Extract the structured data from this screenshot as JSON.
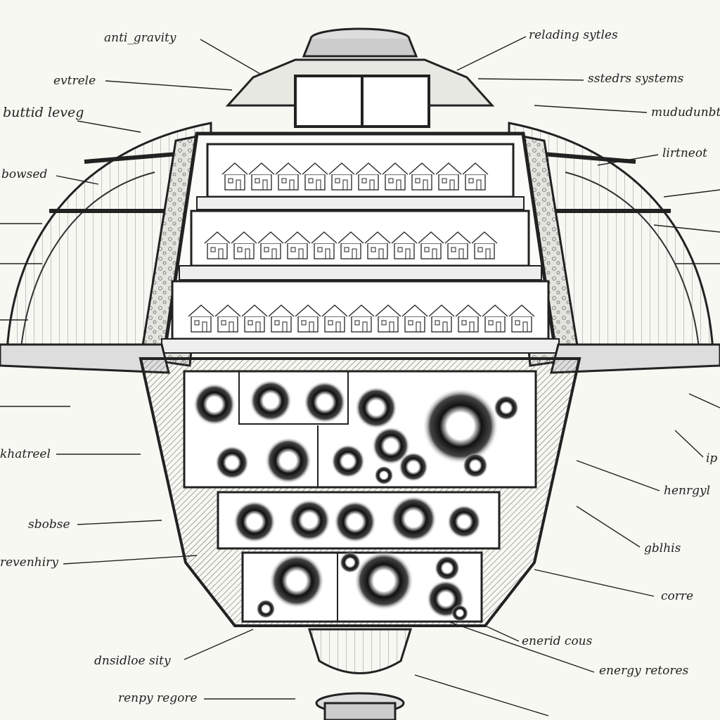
{
  "diagram": {
    "labels_left": [
      {
        "id": "anti-gravity",
        "text": "anti_gravity"
      },
      {
        "id": "evtrele",
        "text": "evtrele"
      },
      {
        "id": "buttid-leveg",
        "text": "buttid leveg"
      },
      {
        "id": "bowsed",
        "text": "bowsed"
      },
      {
        "id": "khatreel",
        "text": "khatreel"
      },
      {
        "id": "sbobse",
        "text": "sbobse"
      },
      {
        "id": "revenhiry",
        "text": "revenhiry"
      },
      {
        "id": "dnsidloe-sity",
        "text": "dnsidloe sity"
      },
      {
        "id": "renpy-regore",
        "text": "renpy regore"
      }
    ],
    "labels_right": [
      {
        "id": "relading-sytles",
        "text": "relading sytles"
      },
      {
        "id": "sstedrs-systems",
        "text": "sstedrs systems"
      },
      {
        "id": "mududunbt",
        "text": "mududunbt"
      },
      {
        "id": "lirtneot",
        "text": "lirtneot"
      },
      {
        "id": "ip",
        "text": "ip"
      },
      {
        "id": "henrgyl",
        "text": "henrgyl"
      },
      {
        "id": "gblhis",
        "text": "gblhis"
      },
      {
        "id": "corre",
        "text": "corre"
      },
      {
        "id": "energy-cous",
        "text": "enerid cous"
      },
      {
        "id": "energy-retores",
        "text": "energy retores"
      }
    ]
  }
}
